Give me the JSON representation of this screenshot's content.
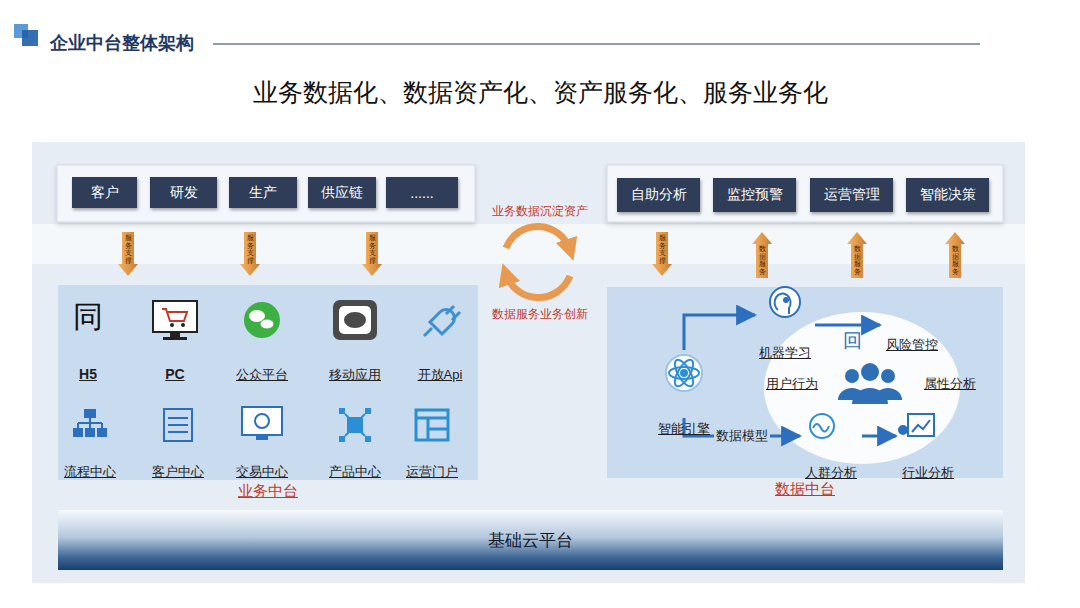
{
  "diagram": {
    "title": "企业中台整体架构",
    "nodes": [
      {
        "text": [
          "客户"
        ]
      },
      {
        "text": [
          "研发"
        ]
      },
      {
        "text": [
          "生产"
        ]
      },
      {
        "text": [
          "供应链"
        ]
      },
      {
        "text": [
          "......"
        ]
      },
      {
        "text": [
          "自助分析"
        ]
      },
      {
        "text": [
          "监控预警"
        ]
      },
      {
        "text": [
          "运营管理"
        ]
      },
      {
        "text": [
          "智能决策"
        ]
      },
      {
        "text": [
          "业务中台"
        ]
      },
      {
        "text": [
          "H5"
        ],
        "in": 9
      },
      {
        "text": [
          "PC"
        ],
        "in": 9
      },
      {
        "text": [
          "公众平台"
        ],
        "in": 9
      },
      {
        "text": [
          "移动应用"
        ],
        "in": 9
      },
      {
        "text": [
          "开放Api"
        ],
        "in": 9
      },
      {
        "text": [
          "流程中心"
        ],
        "in": 9
      },
      {
        "text": [
          "客户中心"
        ],
        "in": 9
      },
      {
        "text": [
          "交易中心"
        ],
        "in": 9
      },
      {
        "text": [
          "产品中心"
        ],
        "in": 9
      },
      {
        "text": [
          "运营门户"
        ],
        "in": 9
      },
      {
        "text": [
          "数据中台"
        ]
      },
      {
        "text": [
          "机器学习"
        ],
        "in": 20
      },
      {
        "text": [
          "风险管控"
        ],
        "in": 20
      },
      {
        "text": [
          "用户行为"
        ],
        "in": 20
      },
      {
        "text": [
          "属性分析"
        ],
        "in": 20
      },
      {
        "text": [
          "智能引擎"
        ],
        "in": 20
      },
      {
        "text": [
          "人群分析"
        ],
        "in": 20
      },
      {
        "text": [
          "行业分析"
        ],
        "in": 20
      },
      {
        "text": [
          "基础云平台"
        ]
      }
    ],
    "edges": [
      {
        "from": 25,
        "to": 21,
        "arrow": "to"
      },
      {
        "from": 21,
        "to": 22,
        "arrow": "to"
      },
      {
        "from": 25,
        "to": 26,
        "arrow": "to",
        "label": "数据模型"
      },
      {
        "from": 26,
        "to": 27,
        "arrow": "to"
      }
    ],
    "labels": [
      "业务数据化、数据资产化、资产服务化、服务业务化",
      "业务数据沉淀资产",
      "服务支撑",
      "服务支撑",
      "服务支撑",
      "服务支撑",
      "数据服务",
      "数据服务",
      "数据服务",
      "数据服务业务创新",
      "同",
      "回"
    ]
  }
}
